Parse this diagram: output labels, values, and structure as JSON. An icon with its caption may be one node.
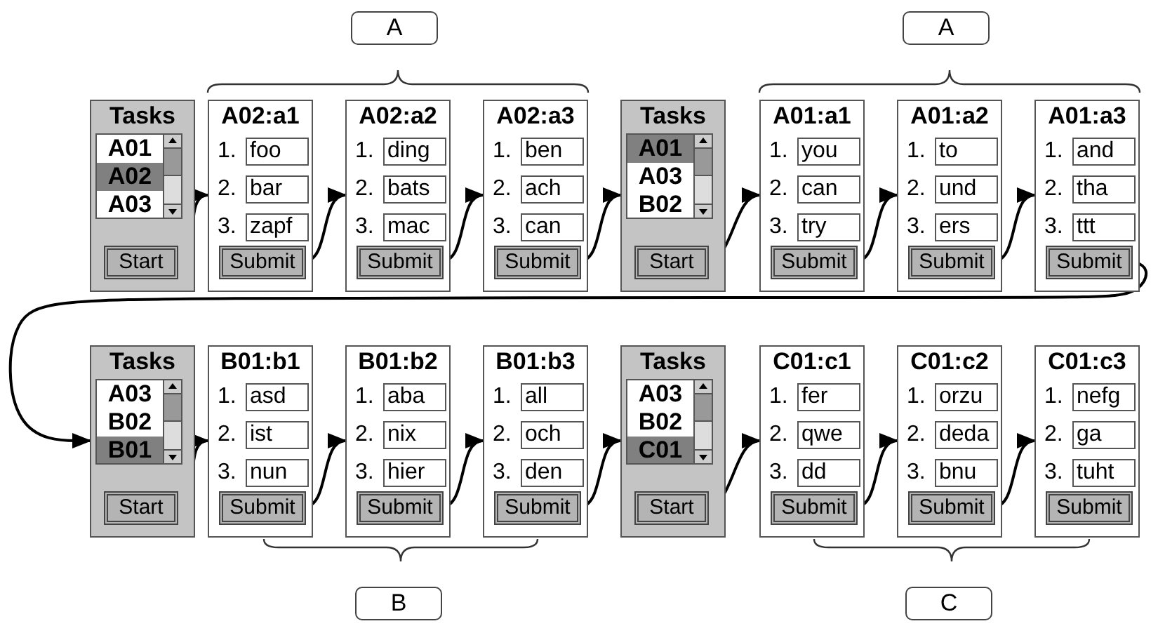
{
  "diagram": {
    "nodes": [
      {
        "text": [
          "Tasks",
          "A01",
          "A02",
          "A03"
        ]
      },
      {
        "text": [
          "Start"
        ],
        "in": 0
      },
      {
        "text": [
          "A02:a1",
          "1.",
          "foo",
          "2.",
          "bar",
          "3.",
          "zapf"
        ]
      },
      {
        "text": [
          "Submit"
        ],
        "in": 2
      },
      {
        "text": [
          "A02:a2",
          "1.",
          "ding",
          "2.",
          "bats",
          "3.",
          "mac"
        ]
      },
      {
        "text": [
          "Submit"
        ],
        "in": 4
      },
      {
        "text": [
          "A02:a3",
          "1.",
          "ben",
          "2.",
          "ach",
          "3.",
          "can"
        ]
      },
      {
        "text": [
          "Submit"
        ],
        "in": 6
      },
      {
        "text": [
          "Tasks",
          "A01",
          "A03",
          "B02"
        ]
      },
      {
        "text": [
          "Start"
        ],
        "in": 8
      },
      {
        "text": [
          "A01:a1",
          "1.",
          "you",
          "2.",
          "can",
          "3.",
          "try"
        ]
      },
      {
        "text": [
          "Submit"
        ],
        "in": 10
      },
      {
        "text": [
          "A01:a2",
          "1.",
          "to",
          "2.",
          "und",
          "3.",
          "ers"
        ]
      },
      {
        "text": [
          "Submit"
        ],
        "in": 12
      },
      {
        "text": [
          "A01:a3",
          "1.",
          "and",
          "2.",
          "tha",
          "3.",
          "ttt"
        ]
      },
      {
        "text": [
          "Submit"
        ],
        "in": 14
      },
      {
        "text": [
          "Tasks",
          "A03",
          "B02",
          "B01"
        ]
      },
      {
        "text": [
          "Start"
        ],
        "in": 16
      },
      {
        "text": [
          "B01:b1",
          "1.",
          "asd",
          "2.",
          "ist",
          "3.",
          "nun"
        ]
      },
      {
        "text": [
          "Submit"
        ],
        "in": 18
      },
      {
        "text": [
          "B01:b2",
          "1.",
          "aba",
          "2.",
          "nix",
          "3.",
          "hier"
        ]
      },
      {
        "text": [
          "Submit"
        ],
        "in": 20
      },
      {
        "text": [
          "B01:b3",
          "1.",
          "all",
          "2.",
          "och",
          "3.",
          "den"
        ]
      },
      {
        "text": [
          "Submit"
        ],
        "in": 22
      },
      {
        "text": [
          "Tasks",
          "A03",
          "B02",
          "C01"
        ]
      },
      {
        "text": [
          "Start"
        ],
        "in": 24
      },
      {
        "text": [
          "C01:c1",
          "1.",
          "fer",
          "2.",
          "qwe",
          "3.",
          "dd"
        ]
      },
      {
        "text": [
          "Submit"
        ],
        "in": 26
      },
      {
        "text": [
          "C01:c2",
          "1.",
          "orzu",
          "2.",
          "deda",
          "3.",
          "bnu"
        ]
      },
      {
        "text": [
          "Submit"
        ],
        "in": 28
      },
      {
        "text": [
          "C01:c3",
          "1.",
          "nefg",
          "2.",
          "ga",
          "3.",
          "tuht"
        ]
      },
      {
        "text": [
          "Submit"
        ],
        "in": 30
      },
      {
        "text": [
          "A"
        ]
      },
      {
        "text": [
          "A"
        ]
      },
      {
        "text": [
          "B"
        ]
      },
      {
        "text": [
          "C"
        ]
      }
    ],
    "edges": [
      {
        "from": 1,
        "to": 2,
        "arrow": "to"
      },
      {
        "from": 3,
        "to": 4,
        "arrow": "to"
      },
      {
        "from": 5,
        "to": 6,
        "arrow": "to"
      },
      {
        "from": 7,
        "to": 8,
        "arrow": "to"
      },
      {
        "from": 9,
        "to": 10,
        "arrow": "to"
      },
      {
        "from": 11,
        "to": 12,
        "arrow": "to"
      },
      {
        "from": 13,
        "to": 14,
        "arrow": "to"
      },
      {
        "from": 15,
        "to": 16,
        "arrow": "to"
      },
      {
        "from": 17,
        "to": 18,
        "arrow": "to"
      },
      {
        "from": 19,
        "to": 20,
        "arrow": "to"
      },
      {
        "from": 21,
        "to": 22,
        "arrow": "to"
      },
      {
        "from": 23,
        "to": 24,
        "arrow": "to"
      },
      {
        "from": 25,
        "to": 26,
        "arrow": "to"
      },
      {
        "from": 27,
        "to": 28,
        "arrow": "to"
      },
      {
        "from": 29,
        "to": 30,
        "arrow": "to"
      }
    ]
  }
}
